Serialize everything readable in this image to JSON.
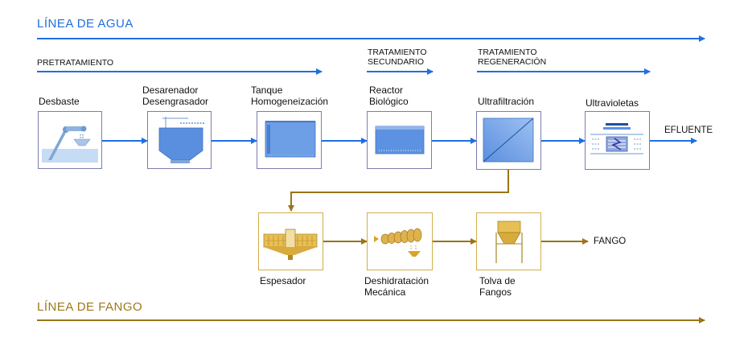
{
  "water_line": {
    "title": "LÍNEA DE AGUA",
    "stages": {
      "pretreatment": "PRETRATAMIENTO",
      "secondary": [
        "TRATAMIENTO",
        "SECUNDARIO"
      ],
      "regeneration": [
        "TRATAMIENTO",
        "REGENERACIÓN"
      ]
    },
    "units": [
      {
        "label_lines": [
          "Desbaste"
        ],
        "icon": "screening-icon"
      },
      {
        "label_lines": [
          "Desarenador",
          "Desengrasador"
        ],
        "icon": "grit-grease-removal-icon"
      },
      {
        "label_lines": [
          "Tanque",
          "Homogeneización"
        ],
        "icon": "homogenization-tank-icon"
      },
      {
        "label_lines": [
          "Reactor",
          "Biológico"
        ],
        "icon": "biological-reactor-icon"
      },
      {
        "label_lines": [
          "Ultrafiltración"
        ],
        "icon": "ultrafiltration-icon"
      },
      {
        "label_lines": [
          "Ultravioletas"
        ],
        "icon": "uv-disinfection-icon"
      }
    ],
    "output": "EFLUENTE"
  },
  "sludge_line": {
    "title": "LÍNEA DE FANGO",
    "units": [
      {
        "label_lines": [
          "Espesador"
        ],
        "icon": "thickener-icon"
      },
      {
        "label_lines": [
          "Deshidratación",
          "Mecánica"
        ],
        "icon": "screw-press-icon"
      },
      {
        "label_lines": [
          "Tolva de",
          "Fangos"
        ],
        "icon": "sludge-hopper-icon"
      }
    ],
    "output": "FANGO"
  },
  "colors": {
    "water": "#1f6fe0",
    "sludge": "#a07818",
    "water_box_border": "#7c7dae",
    "sludge_box_border": "#d2ad49"
  }
}
